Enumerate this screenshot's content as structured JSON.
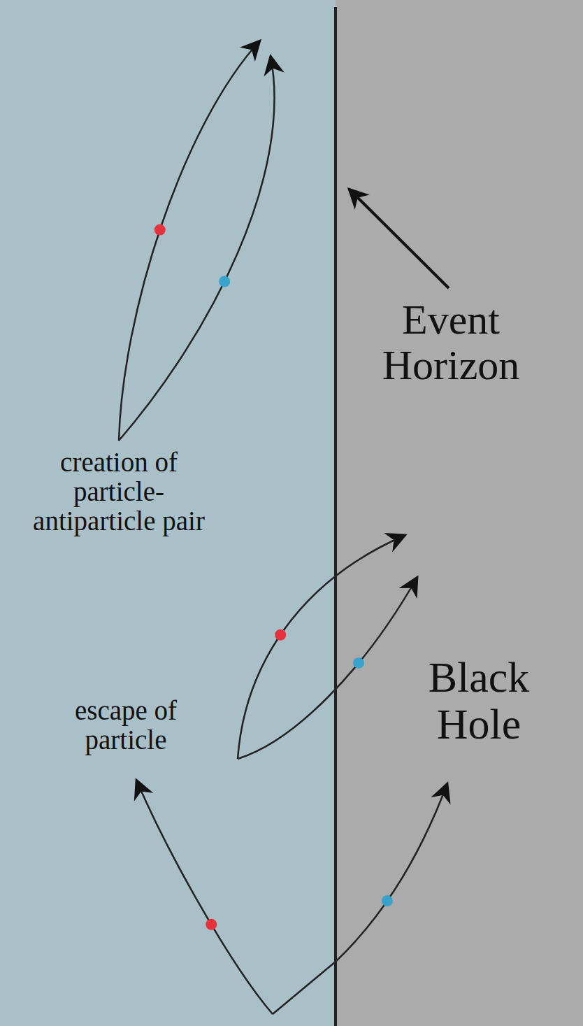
{
  "diagram": {
    "labels": [
      "Event Horizon",
      "Black Hole",
      "creation of particle-antiparticle pair",
      "escape of particle"
    ]
  }
}
